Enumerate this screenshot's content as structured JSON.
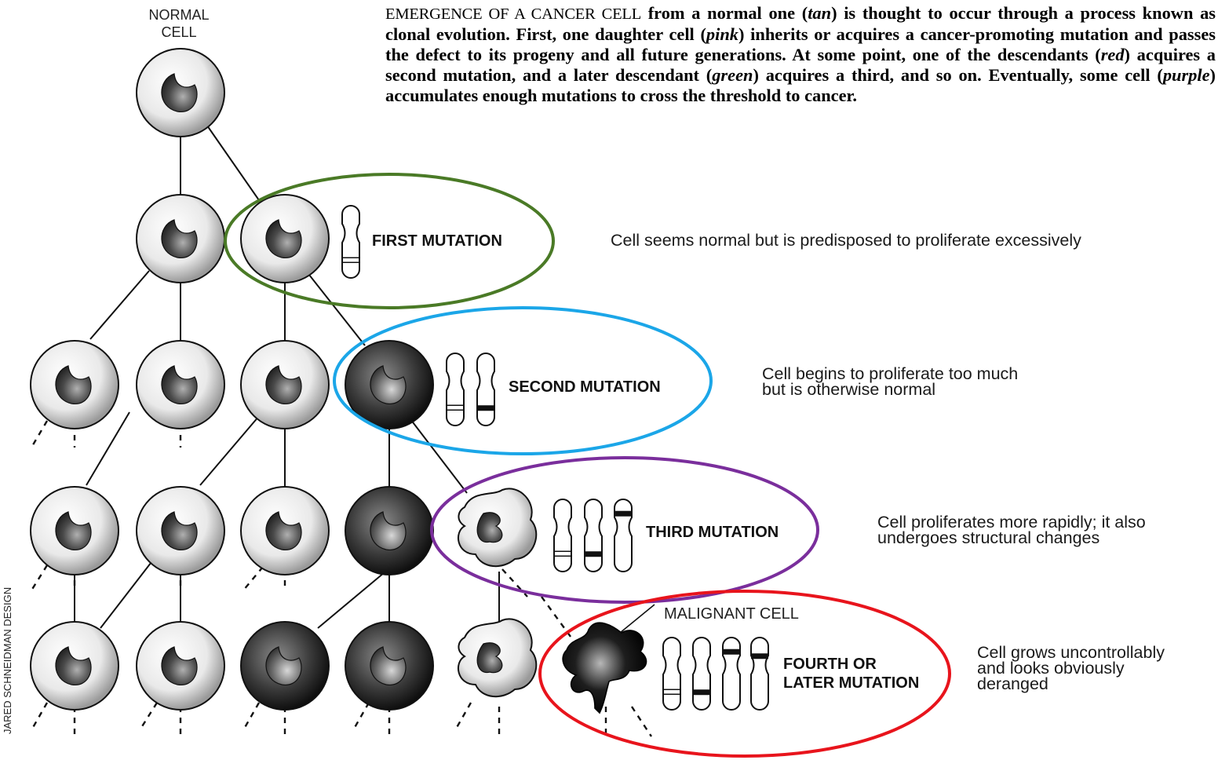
{
  "caption": {
    "lead": "EMERGENCE OF A CANCER CELL",
    "p1": " from a normal one (",
    "c_tan": "tan",
    "p2": ") is thought to occur through a process known as clonal evolution. First, one daughter cell (",
    "c_pink": "pink",
    "p3": ") inherits or acquires a cancer-promoting mutation and passes the defect to its progeny and all future generations. At some point, one of the descendants (",
    "c_red": "red",
    "p4": ") acquires a second mutation, and a later descendant (",
    "c_green": "green",
    "p5": ") acquires a third, and so on. Eventually, some cell (",
    "c_purple": "purple",
    "p6": ") accumulates enough mutations to cross the threshold to cancer."
  },
  "normal_cell_label": [
    "NORMAL",
    "CELL"
  ],
  "malignant_label": "MALIGNANT CELL",
  "credit": "JARED SCHNEIDMAN DESIGN",
  "mutations": [
    {
      "label": [
        "FIRST MUTATION"
      ],
      "description": [
        "Cell seems normal but is predisposed to proliferate excessively"
      ],
      "ring_color": "#4a7a26"
    },
    {
      "label": [
        "SECOND MUTATION"
      ],
      "description": [
        "Cell begins to proliferate too much",
        "but is otherwise normal"
      ],
      "ring_color": "#1ba6e8"
    },
    {
      "label": [
        "THIRD MUTATION"
      ],
      "description": [
        "Cell proliferates more rapidly; it also",
        "undergoes structural changes"
      ],
      "ring_color": "#7a2e9c"
    },
    {
      "label": [
        "FOURTH OR",
        "LATER MUTATION"
      ],
      "description": [
        "Cell grows uncontrollably",
        "and looks obviously",
        "deranged"
      ],
      "ring_color": "#e8141c"
    }
  ]
}
